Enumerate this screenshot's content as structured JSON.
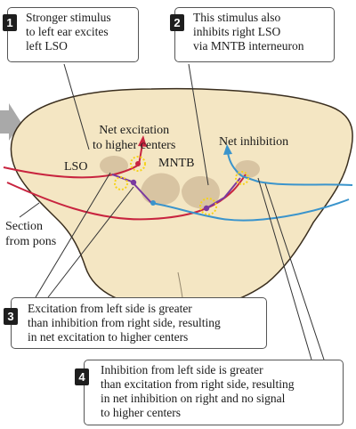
{
  "callouts": [
    {
      "number": "1",
      "text": "Stronger stimulus\nto left ear excites\nleft LSO"
    },
    {
      "number": "2",
      "text": "This stimulus also\ninhibits right LSO\nvia MNTB interneuron"
    },
    {
      "number": "3",
      "text": "Excitation from left side is greater\nthan inhibition from right side, resulting\nin net excitation to higher centers"
    },
    {
      "number": "4",
      "text": "Inhibition from left side is greater\nthan excitation from right side, resulting\nin net inhibition on right and no signal\nto higher centers"
    }
  ],
  "labels": {
    "net_excitation": "Net excitation\nto higher centers",
    "net_inhibition": "Net inhibition",
    "lso": "LSO",
    "mntb": "MNTB",
    "section": "Section\nfrom pons"
  },
  "colors": {
    "tissue": "#f4e6c3",
    "tissue_outline": "#3a2e1e",
    "nucleus": "#d8c4a2",
    "excitatory": "#c8243f",
    "inhibitory": "#3a94cc",
    "interneuron": "#7a3aa0",
    "synapse_glow": "#f6d21a",
    "arrow": "#a9a9a9"
  }
}
